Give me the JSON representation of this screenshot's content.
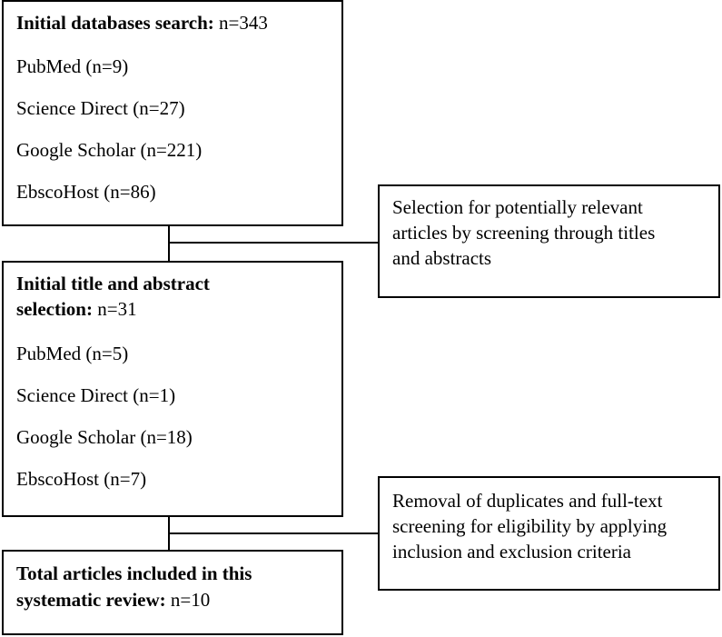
{
  "box1": {
    "heading": "Initial databases search:",
    "count": " n=343",
    "items": [
      "PubMed (n=9)",
      "Science Direct (n=27)",
      "Google Scholar (n=221)",
      "EbscoHost (n=86)"
    ]
  },
  "note1": {
    "lines": [
      "Selection for potentially relevant",
      "articles by screening through titles",
      "and abstracts"
    ]
  },
  "box2": {
    "heading_line1": "Initial title and abstract",
    "heading_line2": "selection:",
    "count": " n=31",
    "items": [
      "PubMed (n=5)",
      "Science Direct (n=1)",
      "Google Scholar (n=18)",
      "EbscoHost (n=7)"
    ]
  },
  "note2": {
    "lines": [
      "Removal of duplicates and full-text",
      "screening for eligibility by applying",
      "inclusion and exclusion criteria"
    ]
  },
  "box3": {
    "heading_line1": "Total articles included in this",
    "heading_line2": "systematic review:",
    "count": " n=10"
  }
}
